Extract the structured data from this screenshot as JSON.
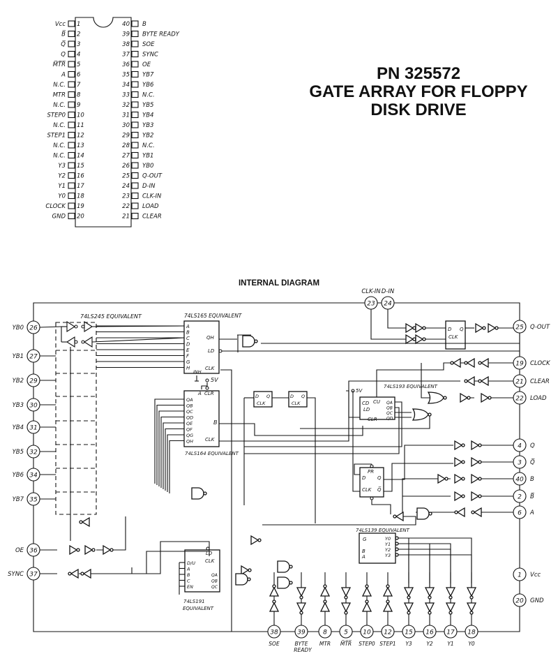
{
  "title": {
    "line1": "PN 325572",
    "line2": "GATE ARRAY FOR FLOPPY",
    "line3": "DISK DRIVE"
  },
  "pinout": {
    "left": [
      {
        "num": "1",
        "name": "Vcc"
      },
      {
        "num": "2",
        "name": "B̅"
      },
      {
        "num": "3",
        "name": "Q̅"
      },
      {
        "num": "4",
        "name": "Q"
      },
      {
        "num": "5",
        "name": "M̅T̅R̅"
      },
      {
        "num": "6",
        "name": "A"
      },
      {
        "num": "7",
        "name": "N.C."
      },
      {
        "num": "8",
        "name": "MTR"
      },
      {
        "num": "9",
        "name": "N.C."
      },
      {
        "num": "10",
        "name": "STEP0"
      },
      {
        "num": "11",
        "name": "N.C."
      },
      {
        "num": "12",
        "name": "STEP1"
      },
      {
        "num": "13",
        "name": "N.C."
      },
      {
        "num": "14",
        "name": "N.C."
      },
      {
        "num": "15",
        "name": "Y3"
      },
      {
        "num": "16",
        "name": "Y2"
      },
      {
        "num": "17",
        "name": "Y1"
      },
      {
        "num": "18",
        "name": "Y0"
      },
      {
        "num": "19",
        "name": "CLOCK"
      },
      {
        "num": "20",
        "name": "GND"
      }
    ],
    "right": [
      {
        "num": "40",
        "name": "B"
      },
      {
        "num": "39",
        "name": "BYTE READY"
      },
      {
        "num": "38",
        "name": "SOE"
      },
      {
        "num": "37",
        "name": "SYNC"
      },
      {
        "num": "36",
        "name": "OE"
      },
      {
        "num": "35",
        "name": "YB7"
      },
      {
        "num": "34",
        "name": "YB6"
      },
      {
        "num": "33",
        "name": "N.C."
      },
      {
        "num": "32",
        "name": "YB5"
      },
      {
        "num": "31",
        "name": "YB4"
      },
      {
        "num": "30",
        "name": "YB3"
      },
      {
        "num": "29",
        "name": "YB2"
      },
      {
        "num": "28",
        "name": "N.C."
      },
      {
        "num": "27",
        "name": "YB1"
      },
      {
        "num": "26",
        "name": "YB0"
      },
      {
        "num": "25",
        "name": "Q-OUT"
      },
      {
        "num": "24",
        "name": "D-IN"
      },
      {
        "num": "23",
        "name": "CLK-IN"
      },
      {
        "num": "22",
        "name": "LOAD"
      },
      {
        "num": "21",
        "name": "CLEAR"
      }
    ]
  },
  "diagram": {
    "title": "INTERNAL DIAGRAM",
    "left_pins": [
      {
        "num": "26",
        "name": "YB0"
      },
      {
        "num": "27",
        "name": "YB1"
      },
      {
        "num": "29",
        "name": "YB2"
      },
      {
        "num": "30",
        "name": "YB3"
      },
      {
        "num": "31",
        "name": "YB4"
      },
      {
        "num": "32",
        "name": "YB5"
      },
      {
        "num": "34",
        "name": "YB6"
      },
      {
        "num": "35",
        "name": "YB7"
      },
      {
        "num": "36",
        "name": "OE"
      },
      {
        "num": "37",
        "name": "SYNC"
      }
    ],
    "top_pins": [
      {
        "num": "23",
        "name": "CLK-IN"
      },
      {
        "num": "24",
        "name": "D-IN"
      }
    ],
    "right_pins": [
      {
        "num": "25",
        "name": "Q-OUT"
      },
      {
        "num": "19",
        "name": "CLOCK"
      },
      {
        "num": "21",
        "name": "CLEAR"
      },
      {
        "num": "22",
        "name": "LOAD"
      },
      {
        "num": "4",
        "name": "Q"
      },
      {
        "num": "3",
        "name": "Q̅"
      },
      {
        "num": "40",
        "name": "B"
      },
      {
        "num": "2",
        "name": "B̅"
      },
      {
        "num": "6",
        "name": "A"
      },
      {
        "num": "1",
        "name": "Vcc"
      },
      {
        "num": "20",
        "name": "GND"
      }
    ],
    "bottom_pins": [
      {
        "num": "38",
        "name": "SOE"
      },
      {
        "num": "39",
        "name": "BYTE READY"
      },
      {
        "num": "8",
        "name": "MTR"
      },
      {
        "num": "5",
        "name": "M̅T̅R̅"
      },
      {
        "num": "10",
        "name": "STEP0"
      },
      {
        "num": "12",
        "name": "STEP1"
      },
      {
        "num": "15",
        "name": "Y3"
      },
      {
        "num": "16",
        "name": "Y2"
      },
      {
        "num": "17",
        "name": "Y1"
      },
      {
        "num": "18",
        "name": "Y0"
      }
    ],
    "chips": {
      "buffer": "74LS245 EQUIVALENT",
      "shift_in": "74LS165 EQUIVALENT",
      "shift_out": "74LS164 EQUIVALENT",
      "counter193": "74LS193 EQUIVALENT",
      "counter191_l1": "74LS191",
      "counter191_l2": "EQUIVALENT",
      "decoder": "74LS139 EQUIVALENT"
    },
    "labels": {
      "five_v": "5V",
      "five_v_supply": "5V",
      "pin165": [
        "A",
        "B",
        "C",
        "D",
        "E",
        "F",
        "G",
        "H"
      ],
      "qh": "QH",
      "ld": "LD",
      "clk": "CLK",
      "inh": "INH",
      "a": "A",
      "clr": "CLR",
      "pin164": [
        "QA",
        "QB",
        "QC",
        "QD",
        "QE",
        "QF",
        "QG",
        "QH"
      ],
      "b_out": "B",
      "d": "D",
      "q": "Q",
      "cd": "CD",
      "cu": "CU",
      "pin193q": [
        "QA",
        "QB",
        "QC",
        "QD"
      ],
      "pr": "PR",
      "qbar": "Q̅",
      "pin191in": [
        "D/U",
        "A",
        "B",
        "C",
        "EN"
      ],
      "pin191q": [
        "QA",
        "QB",
        "QC"
      ],
      "g": "G",
      "pin139y": [
        "Y0",
        "Y1",
        "Y2",
        "Y3"
      ]
    }
  }
}
